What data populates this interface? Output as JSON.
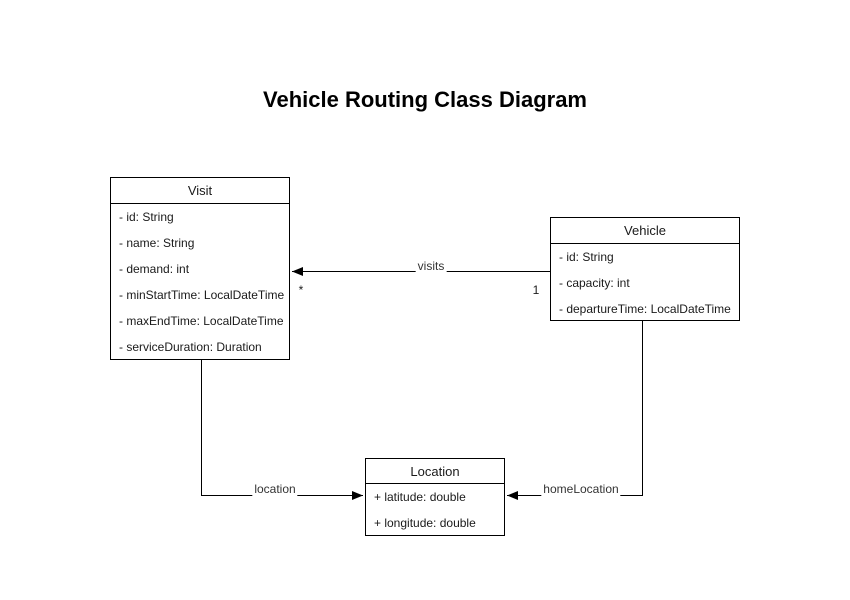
{
  "title": "Vehicle Routing Class Diagram",
  "classes": {
    "visit": {
      "name": "Visit",
      "attributes": [
        "- id: String",
        "- name: String",
        "- demand: int",
        "- minStartTime: LocalDateTime",
        "- maxEndTime: LocalDateTime",
        "- serviceDuration: Duration"
      ]
    },
    "vehicle": {
      "name": "Vehicle",
      "attributes": [
        "- id: String",
        "- capacity: int",
        "- departureTime: LocalDateTime"
      ]
    },
    "location": {
      "name": "Location",
      "attributes": [
        "+ latitude: double",
        "+ longitude: double"
      ]
    }
  },
  "edges": {
    "visits": {
      "label": "visits",
      "from": "Vehicle",
      "to": "Visit",
      "source_multiplicity": "1",
      "target_multiplicity": "*"
    },
    "location": {
      "label": "location",
      "from": "Visit",
      "to": "Location"
    },
    "homeLocation": {
      "label": "homeLocation",
      "from": "Vehicle",
      "to": "Location"
    }
  },
  "colors": {
    "stroke": "#000000",
    "box_fill": "#ffffff",
    "text": "#1a1a1a",
    "edge_label_text": "#333333",
    "background": "#ffffff"
  }
}
